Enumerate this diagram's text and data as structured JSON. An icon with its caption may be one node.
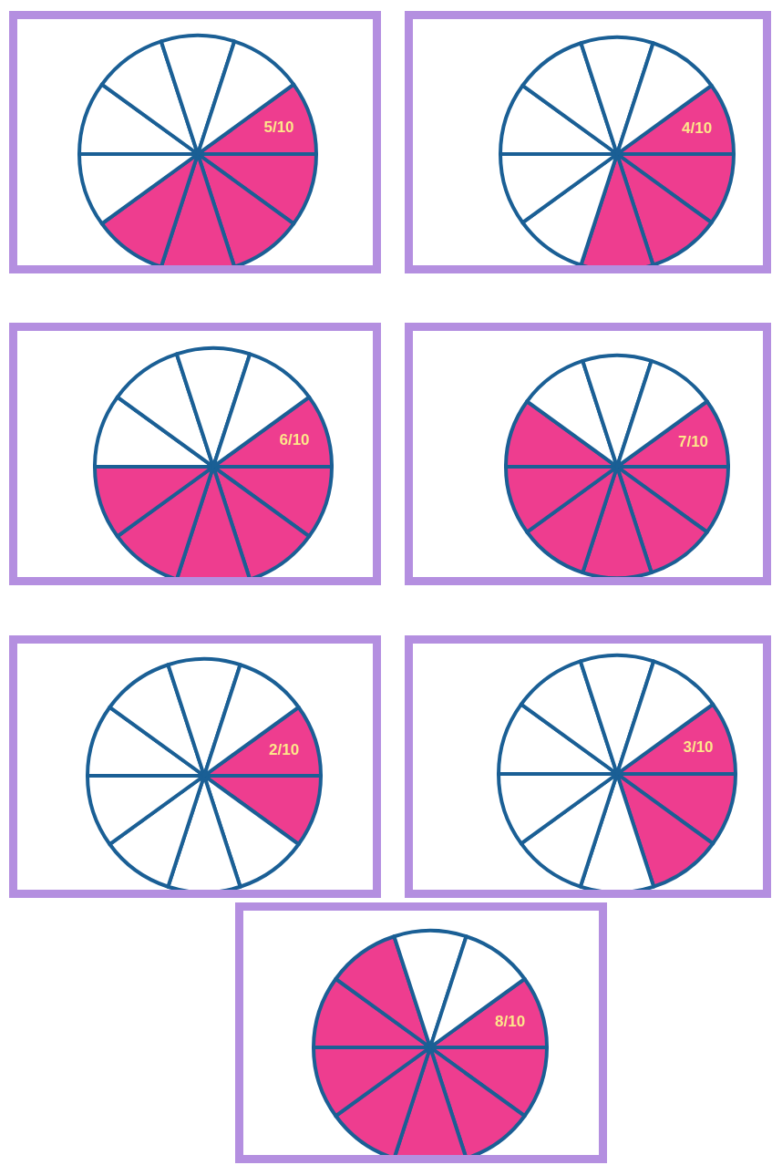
{
  "diagram": {
    "nodes": [
      {
        "text": [
          "5/10"
        ]
      },
      {
        "text": [
          "4/10"
        ]
      },
      {
        "text": [
          "6/10"
        ]
      },
      {
        "text": [
          "7/10"
        ]
      },
      {
        "text": [
          "2/10"
        ]
      },
      {
        "text": [
          "3/10"
        ]
      },
      {
        "text": [
          "8/10"
        ]
      }
    ]
  }
}
